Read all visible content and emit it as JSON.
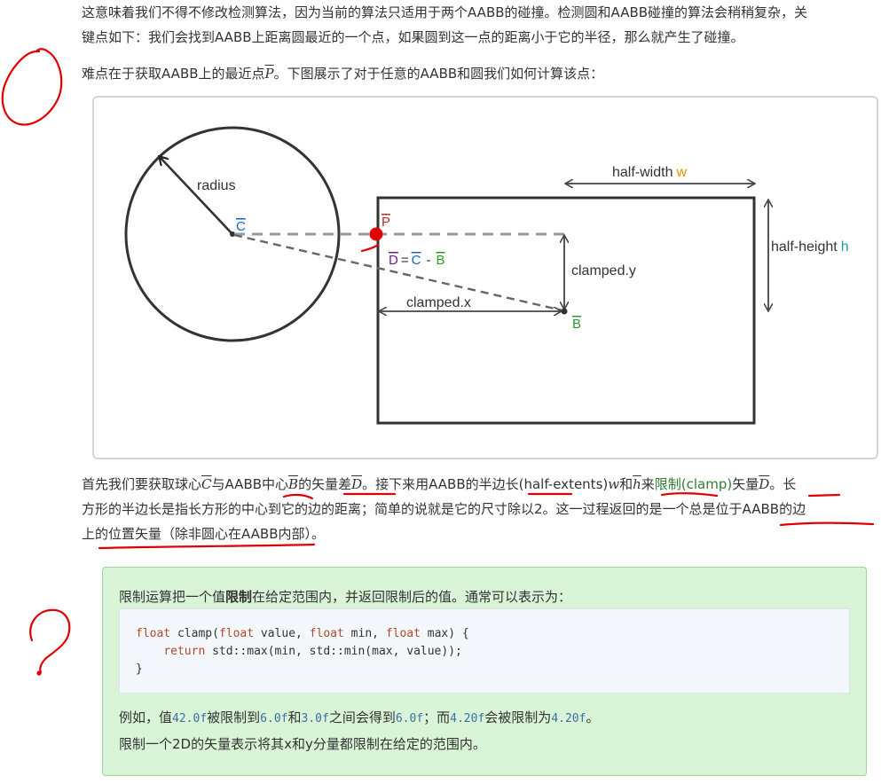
{
  "p1": {
    "line1": "这意味着我们不得不修改检测算法，因为当前的算法只适用于两个AABB的碰撞。检测圆和AABB碰撞的算法会稍稍复杂，关",
    "line2": "键点如下：我们会找到AABB上距离圆最近的一个点，如果圆到这一点的距离小于它的半径，那么就产生了碰撞。"
  },
  "p2": {
    "before": "难点在于获取AABB上的最近点",
    "var": "P",
    "after": "。下图展示了对于任意的AABB和圆我们如何计算该点："
  },
  "figure": {
    "radius": "radius",
    "c": "C",
    "p": "P",
    "d": "D",
    "eq": "=",
    "c2": "C",
    "dash": "-",
    "b2": "B",
    "b": "B",
    "half_width": "half-width",
    "w": "w",
    "half_height": "half-height",
    "h": "h",
    "clamped_y": "clamped.y",
    "clamped_x": "clamped.x"
  },
  "p3": {
    "l1a": "首先我们要获取球心",
    "C": "C",
    "l1b": "与AABB中心",
    "B": "B",
    "l1c": "的矢量差",
    "D": "D",
    "l1d": "。接下来用AABB的半边长(half-extents)",
    "w": "w",
    "l1e": "和",
    "h": "h",
    "l1f": "来",
    "clamp": "限制(clamp)",
    "l1g": "矢量",
    "D2": "D",
    "l1h": "。长",
    "line2": "方形的半边长是指长方形的中心到它的边的距离；简单的说就是它的尺寸除以2。这一过程返回的是一个总是位于AABB的边",
    "line3": "上的位置矢量（除非圆心在AABB内部）。"
  },
  "note": {
    "intro_a": "限制运算把一个值",
    "intro_bold": "限制",
    "intro_b": "在给定范围内，并返回限制后的值。通常可以表示为：",
    "code": {
      "l1_kw1": "float",
      "l1_a": " clamp(",
      "l1_kw2": "float",
      "l1_b": " value, ",
      "l1_kw3": "float",
      "l1_c": " min, ",
      "l1_kw4": "float",
      "l1_d": " max) {",
      "l2_kw": "return",
      "l2_a": " std::max(min, std::min(max, value));",
      "l3": "}"
    },
    "ex_a": "例如，值",
    "ex_v1": "42.0f",
    "ex_b": "被限制到",
    "ex_v2": "6.0f",
    "ex_c": "和",
    "ex_v3": "3.0f",
    "ex_d": "之间会得到",
    "ex_v4": "6.0f",
    "ex_e": "；而",
    "ex_v5": "4.20f",
    "ex_f": "会被限制为",
    "ex_v6": "4.20f",
    "ex_g": "。",
    "last": "限制一个2D的矢量表示将其x和y分量都限制在给定的范围内。"
  },
  "colors": {
    "blue_label": "#1565c0",
    "green_label": "#2e9a2e",
    "purple_label": "#6a1b9a",
    "red_point": "#e00000",
    "orange_w": "#e69500",
    "teal_h": "#1e9aa0",
    "ink": "#e00000"
  }
}
